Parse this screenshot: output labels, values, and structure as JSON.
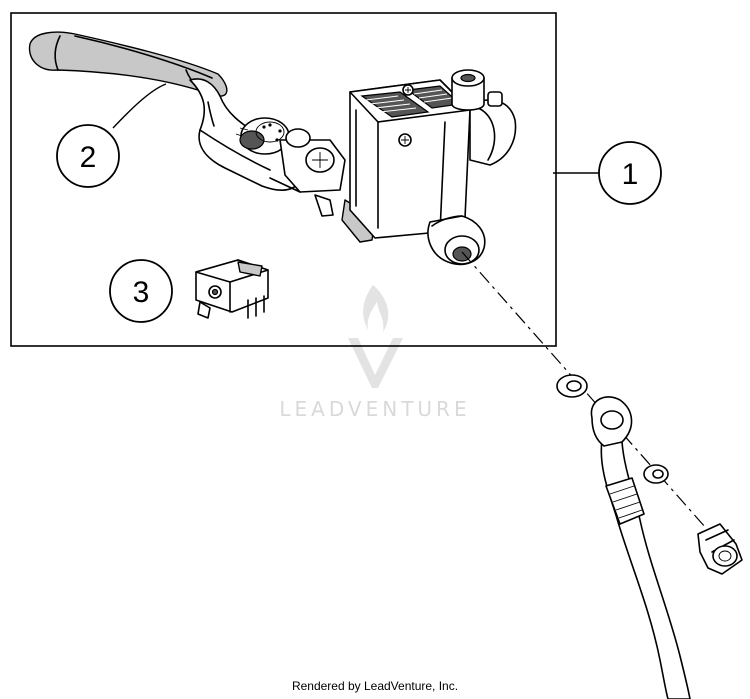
{
  "callouts": {
    "c1": "1",
    "c2": "2",
    "c3": "3"
  },
  "watermark": {
    "text": "LEADVENTURE"
  },
  "footer": {
    "text": "Rendered by LeadVenture, Inc."
  },
  "colors": {
    "line": "#000000",
    "part_shade": "#c8c8c8",
    "watermark": "#d9d9d9"
  }
}
